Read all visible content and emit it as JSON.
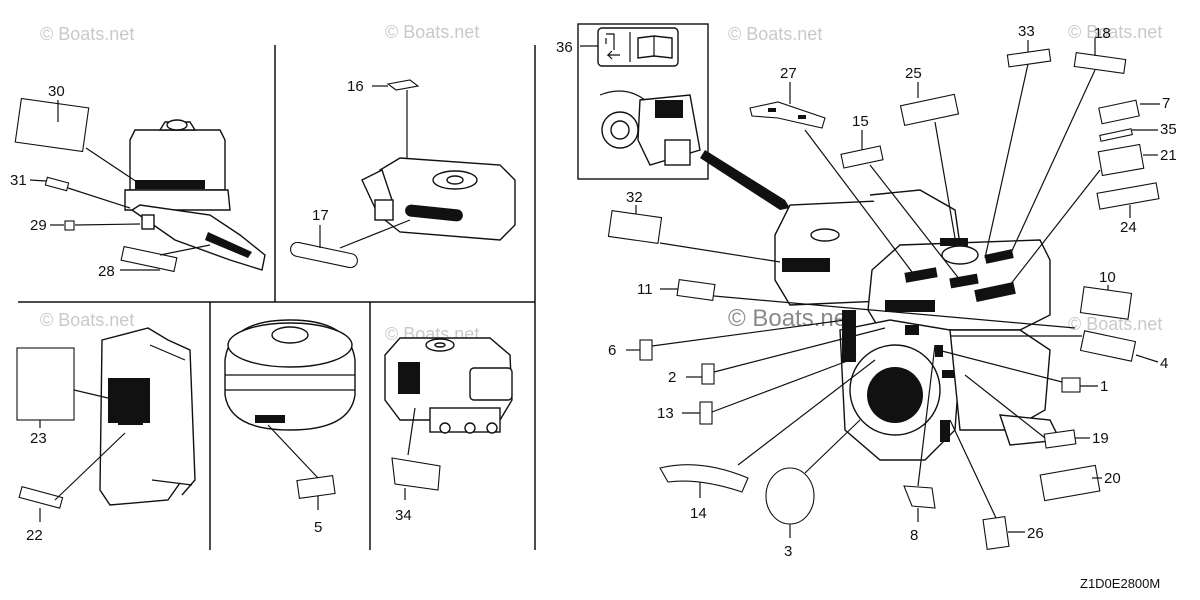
{
  "diagram": {
    "drawing_code": "Z1D0E2800M",
    "watermark": "© Boats.net",
    "labels": {
      "l1": "1",
      "l2": "2",
      "l3": "3",
      "l4": "4",
      "l5": "5",
      "l6": "6",
      "l7": "7",
      "l8": "8",
      "l10": "10",
      "l11": "11",
      "l13": "13",
      "l14": "14",
      "l15": "15",
      "l16": "16",
      "l17": "17",
      "l18": "18",
      "l19": "19",
      "l20": "20",
      "l21": "21",
      "l22": "22",
      "l23": "23",
      "l24": "24",
      "l25": "25",
      "l26": "26",
      "l27": "27",
      "l28": "28",
      "l29": "29",
      "l30": "30",
      "l31": "31",
      "l32": "32",
      "l33": "33",
      "l34": "34",
      "l35": "35",
      "l36": "36"
    }
  }
}
